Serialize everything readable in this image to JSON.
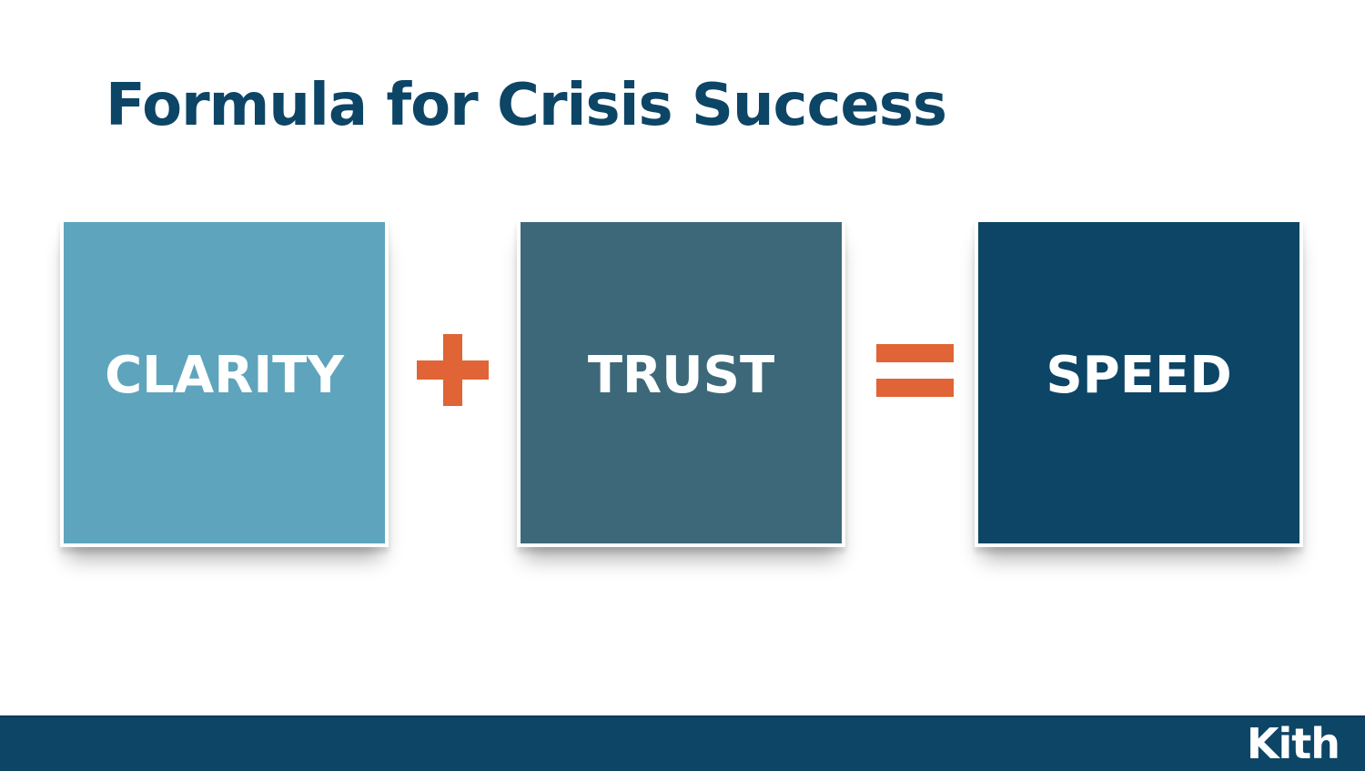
{
  "slide": {
    "title": "Formula for Crisis Success"
  },
  "formula": {
    "terms": [
      {
        "label": "CLARITY",
        "color": "#5ea4bd"
      },
      {
        "label": "TRUST",
        "color": "#3d6879"
      },
      {
        "label": "SPEED",
        "color": "#0d4566"
      }
    ],
    "operators": [
      "plus",
      "equals"
    ],
    "operator_color": "#e06436"
  },
  "footer": {
    "logo_text": "Kith",
    "color": "#0c4566"
  }
}
